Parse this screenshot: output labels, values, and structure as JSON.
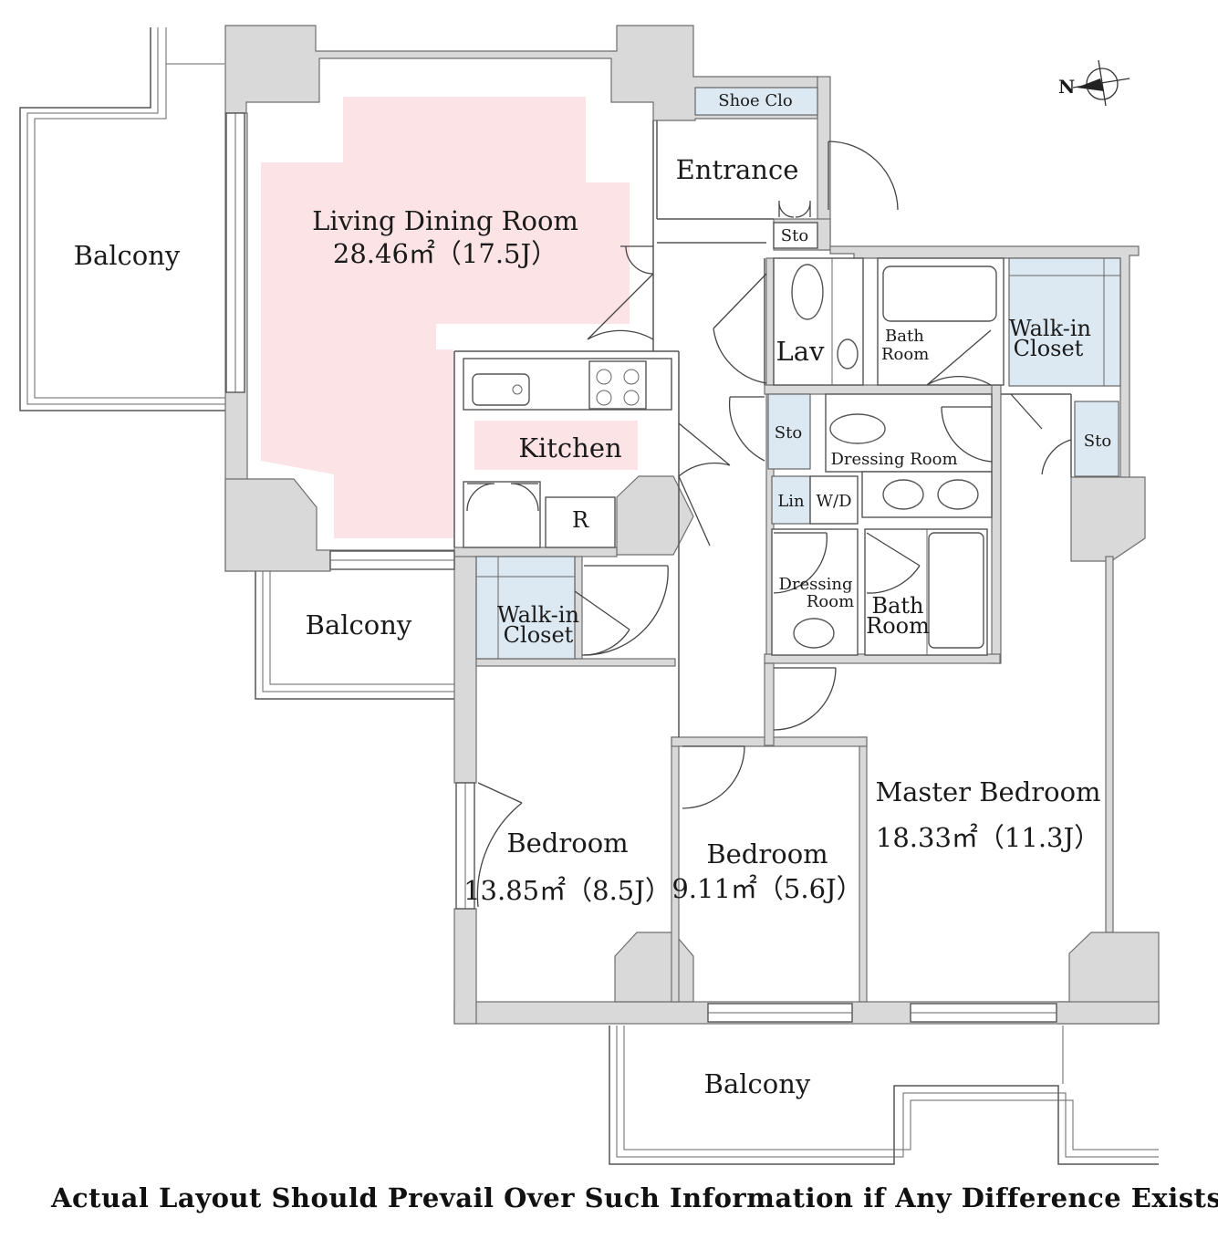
{
  "rooms": {
    "living": {
      "name": "Living Dining Room",
      "area": "28.46㎡（17.5J）"
    },
    "kitchen": "Kitchen",
    "refrigerator": "R",
    "entrance": "Entrance",
    "shoe_closet": "Shoe Clo",
    "storage_entrance": "Sto",
    "storage_hall": "Sto",
    "storage_east": "Sto",
    "lavatory": "Lav",
    "bath_room_1": [
      "Bath",
      "Room"
    ],
    "walkin_closet_1": [
      "Walk-in",
      "Closet"
    ],
    "dressing_room_1": "Dressing Room",
    "linen": "Lin",
    "washer_dryer": "W/D",
    "dressing_room_2": [
      "Dressing",
      "Room"
    ],
    "bath_room_2": [
      "Bath",
      "Room"
    ],
    "walkin_closet_2": [
      "Walk-in",
      "Closet"
    ],
    "bedroom_1": {
      "name": "Bedroom",
      "area": "13.85㎡（8.5J）"
    },
    "bedroom_2": {
      "name": "Bedroom",
      "area": "9.11㎡（5.6J）"
    },
    "master_bedroom": {
      "name": "Master Bedroom",
      "area": "18.33㎡（11.3J）"
    },
    "balcony_west": "Balcony",
    "balcony_mid": "Balcony",
    "balcony_south": "Balcony"
  },
  "compass": {
    "label": "N"
  },
  "disclaimer": "Actual Layout Should Prevail Over Such Information if Any Difference Exists.",
  "colors": {
    "living_highlight": "#fbe3e6",
    "wall": "#d9d9d9",
    "closet": "#dde9f2"
  }
}
